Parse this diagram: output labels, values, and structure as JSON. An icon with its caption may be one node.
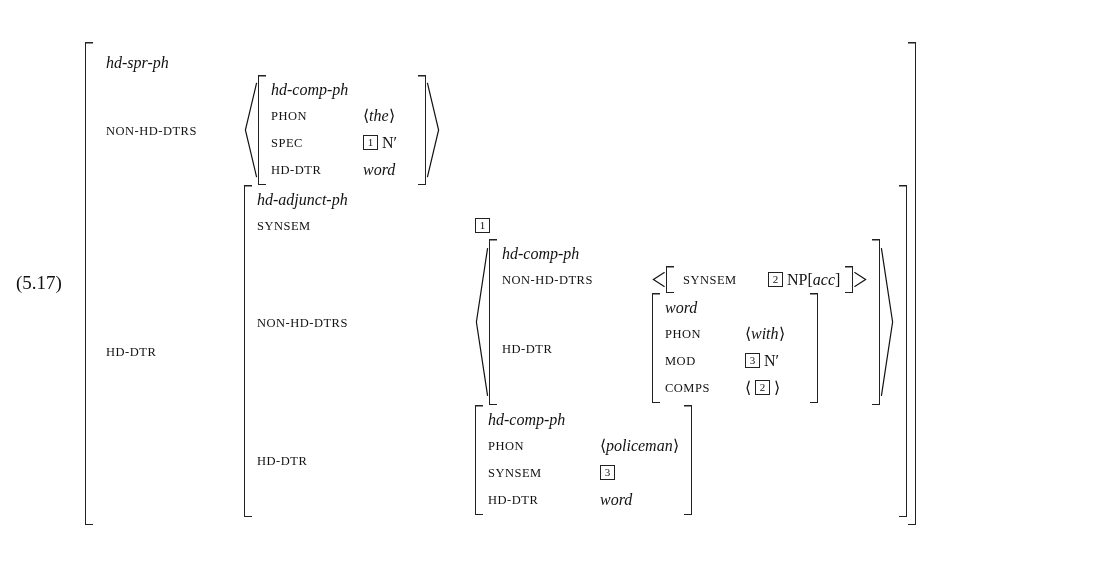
{
  "diagram": {
    "nodes": [
      {
        "text": [
          "hd-spr-ph",
          "NON-HD-DTRS",
          "HD-DTR"
        ]
      },
      {
        "text": [
          "hd-comp-ph",
          "PHON",
          "⟨*the*⟩",
          "SPEC",
          "1",
          "N′",
          "HD-DTR",
          "word"
        ],
        "in": 0
      },
      {
        "text": [
          "hd-adjunct-ph",
          "SYNSEM",
          "1",
          "NON-HD-DTRS",
          "HD-DTR"
        ],
        "in": 0
      },
      {
        "text": [
          "hd-comp-ph",
          "NON-HD-DTRS",
          "HD-DTR"
        ],
        "in": 2
      },
      {
        "text": [
          "SYNSEM",
          "2",
          "NP[*acc*]"
        ],
        "in": 3
      },
      {
        "text": [
          "word",
          "PHON",
          "⟨*with*⟩",
          "MOD",
          "3",
          "N′",
          "COMPS",
          "⟨",
          "2",
          "⟩"
        ],
        "in": 3
      },
      {
        "text": [
          "hd-comp-ph",
          "PHON",
          "⟨*policeman*⟩",
          "SYNSEM",
          "3",
          "HD-DTR",
          "word"
        ],
        "in": 2
      }
    ],
    "labels": [
      "(5.17)"
    ]
  }
}
